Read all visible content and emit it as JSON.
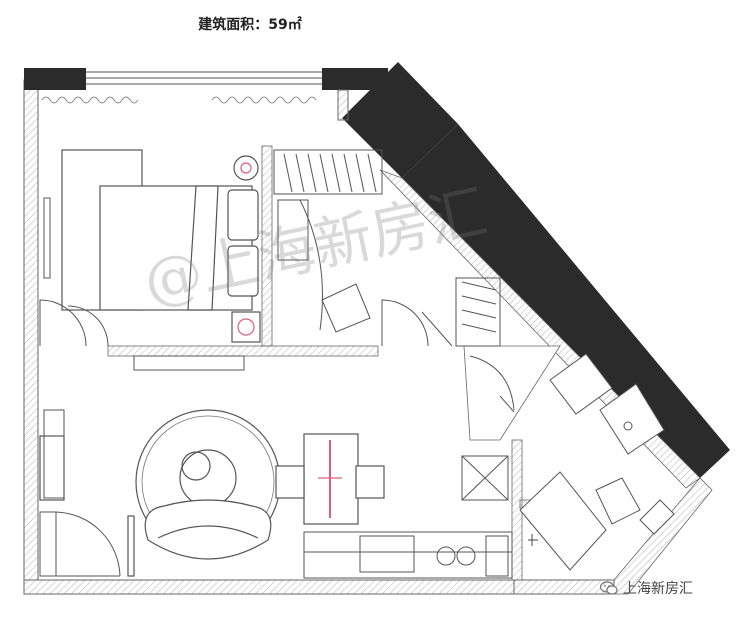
{
  "header": {
    "area_label": "建筑面积：59㎡"
  },
  "watermark": {
    "text": "@上海新房汇"
  },
  "brand": {
    "name": "上海新房汇",
    "icon": "wechat-icon"
  },
  "colors": {
    "wall": "#2b2b2b",
    "line": "#555555",
    "accent": "#d9607a",
    "hatch": "#bdbdbd"
  }
}
